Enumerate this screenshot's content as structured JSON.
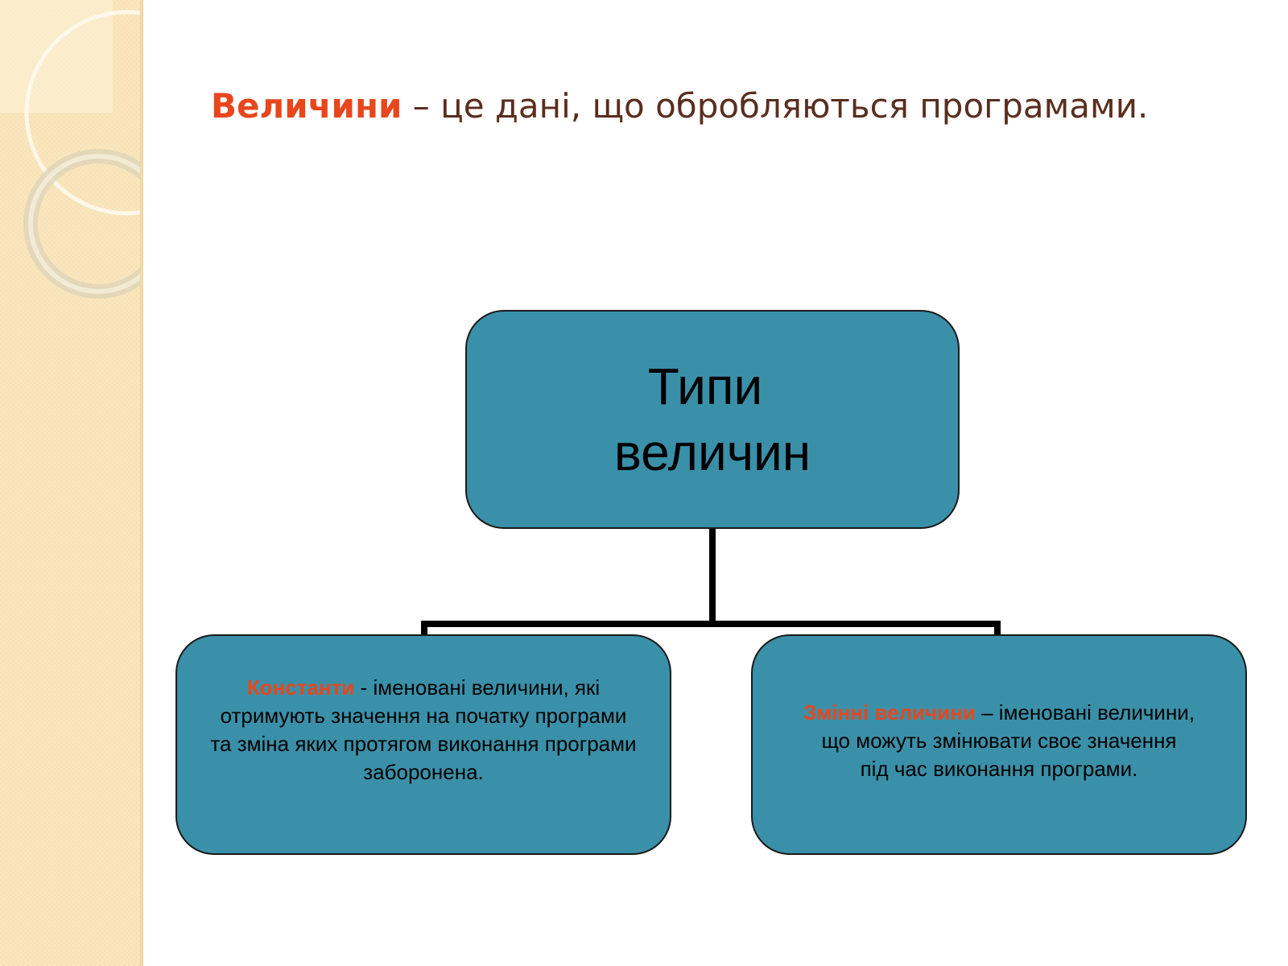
{
  "slide": {
    "title_term": "Величини",
    "title_rest": " – це дані, що обробляються програмами."
  },
  "diagram": {
    "root": {
      "line1": "Типи",
      "line2": "величин"
    },
    "children": [
      {
        "term": "Константи",
        "lines": [
          " - іменовані величини, які",
          "отримують значення на початку програми",
          "та зміна яких протягом виконання програми",
          "заборонена."
        ]
      },
      {
        "term": "Змінні величини",
        "lines": [
          " – іменовані величини,",
          "що можуть змінювати своє значення",
          "під час виконання програми."
        ]
      }
    ]
  },
  "colors": {
    "node_fill": "#3a90a8",
    "accent": "#e8461d",
    "title_text": "#5a2e1e",
    "side_panel": "#f8e2b4"
  }
}
